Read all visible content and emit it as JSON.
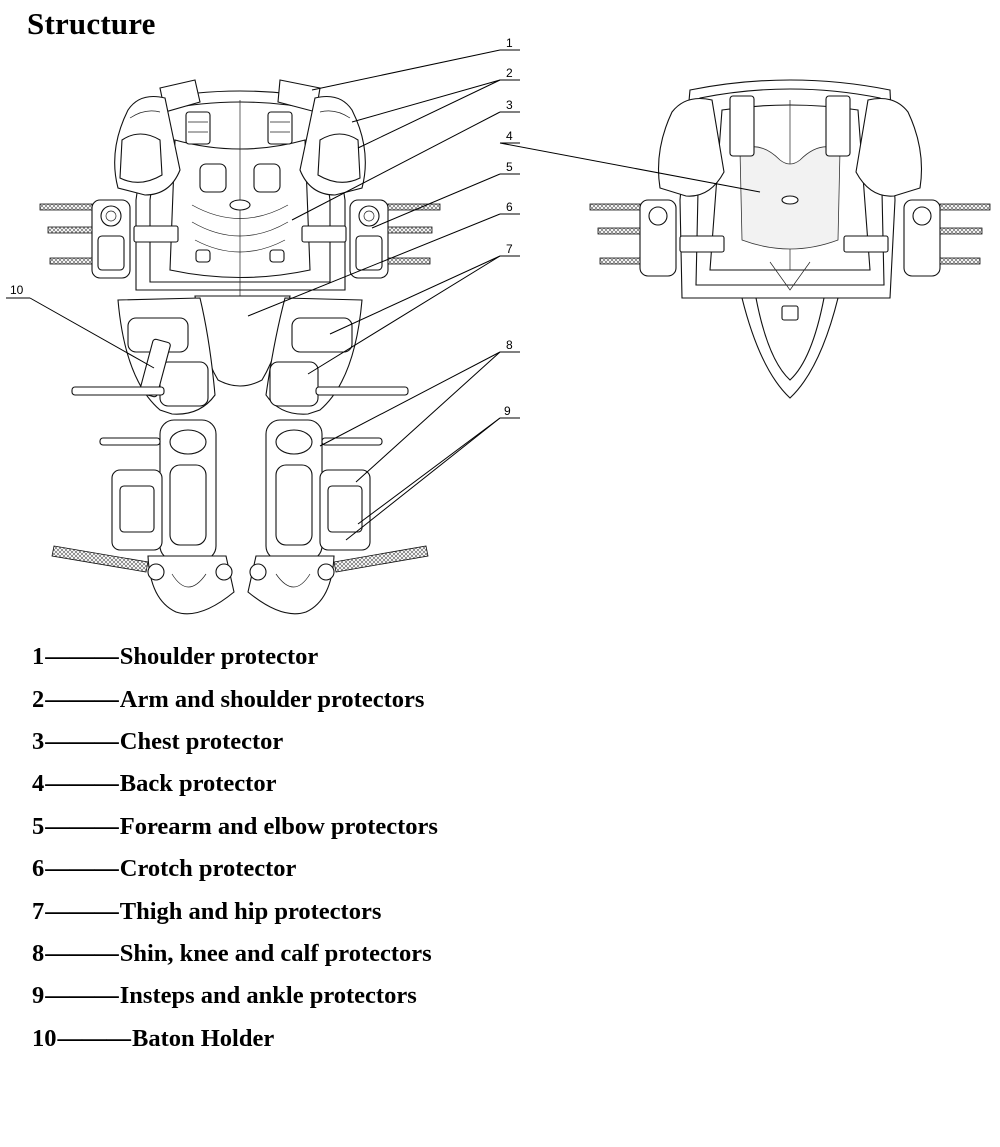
{
  "title": "Structure",
  "callouts": [
    "1",
    "2",
    "3",
    "4",
    "5",
    "6",
    "7",
    "8",
    "9",
    "10"
  ],
  "legend": [
    {
      "num": "1",
      "dash": "———",
      "label": "Shoulder protector"
    },
    {
      "num": "2",
      "dash": "———",
      "label": "Arm and shoulder protectors"
    },
    {
      "num": "3",
      "dash": "———",
      "label": "Chest protector"
    },
    {
      "num": "4",
      "dash": "———",
      "label": "Back protector"
    },
    {
      "num": "5",
      "dash": "———",
      "label": "Forearm and elbow protectors"
    },
    {
      "num": "6",
      "dash": "———",
      "label": "Crotch protector"
    },
    {
      "num": "7",
      "dash": "———",
      "label": "Thigh and hip protectors"
    },
    {
      "num": "8",
      "dash": "———",
      "label": "Shin, knee and calf protectors"
    },
    {
      "num": "9",
      "dash": "———",
      "label": "Insteps and ankle protectors"
    },
    {
      "num": "10",
      "dash": "———",
      "label": "Baton Holder"
    }
  ]
}
